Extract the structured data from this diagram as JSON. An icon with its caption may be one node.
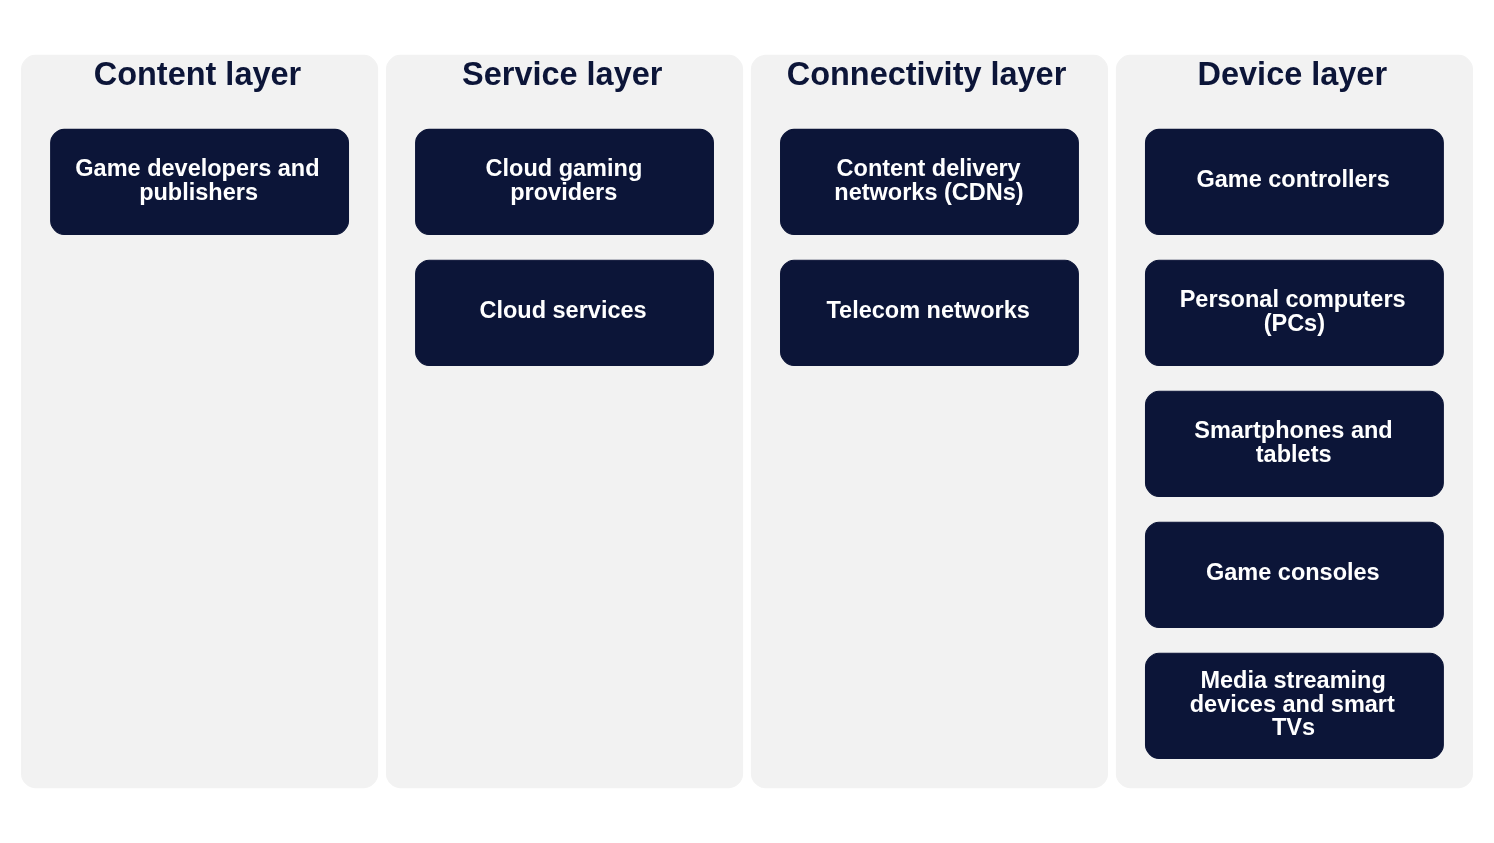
{
  "diagram": {
    "nodes": [
      {
        "text": [
          "Content layer"
        ]
      },
      {
        "text": [
          "Game developers and publishers"
        ],
        "in": 0
      },
      {
        "text": [
          "Service layer"
        ]
      },
      {
        "text": [
          "Cloud gaming providers"
        ],
        "in": 2
      },
      {
        "text": [
          "Cloud services"
        ],
        "in": 2
      },
      {
        "text": [
          "Connectivity layer"
        ]
      },
      {
        "text": [
          "Content delivery networks (CDNs)"
        ],
        "in": 5
      },
      {
        "text": [
          "Telecom networks"
        ],
        "in": 5
      },
      {
        "text": [
          "Device layer"
        ]
      },
      {
        "text": [
          "Game controllers"
        ],
        "in": 8
      },
      {
        "text": [
          "Personal computers (PCs)"
        ],
        "in": 8
      },
      {
        "text": [
          "Smartphones and tablets"
        ],
        "in": 8
      },
      {
        "text": [
          "Game consoles"
        ],
        "in": 8
      },
      {
        "text": [
          "Media streaming devices and smart TVs"
        ],
        "in": 8
      }
    ]
  }
}
